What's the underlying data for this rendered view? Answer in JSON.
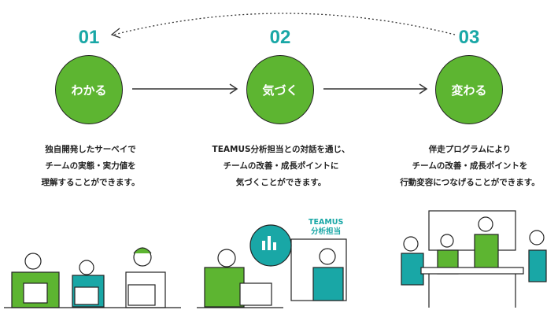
{
  "steps": [
    {
      "number": "01",
      "label": "わかる",
      "desc": [
        "独自開発したサーベイで",
        "チームの実態・実力値を",
        "理解することができます。"
      ]
    },
    {
      "number": "02",
      "label": "気づく",
      "desc": [
        "TEAMUS分析担当との対話を通じ、",
        "チームの改善・成長ポイントに",
        "気づくことができます。"
      ]
    },
    {
      "number": "03",
      "label": "変わる",
      "desc": [
        "伴走プログラムにより",
        "チームの改善・成長ポイントを",
        "行動変容につなげることができます。"
      ]
    }
  ],
  "illustration": {
    "analyst_label": [
      "TEAMUS",
      "分析担当"
    ]
  },
  "colors": {
    "teal": "#19a7a6",
    "green": "#5db531"
  }
}
